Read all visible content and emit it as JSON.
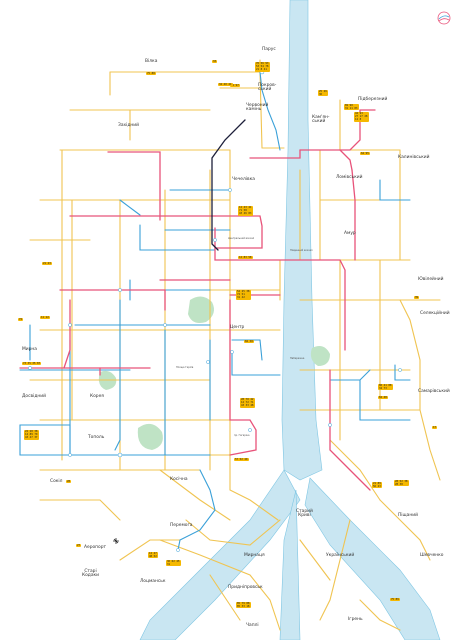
{
  "map": {
    "colors": {
      "river": "#c9e6f2",
      "river_edge": "#7fc6e3",
      "tram": "#f0c451",
      "trolleybus": "#e8537a",
      "bus": "#3aa0d8",
      "metro_dark": "#1d1f3a",
      "park": "#bfe3c5",
      "badge": "#f5b800"
    },
    "districts": [
      {
        "key": "vilka",
        "label": "Вілка"
      },
      {
        "key": "zahidnyi",
        "label": "Західний"
      },
      {
        "key": "parus",
        "label": "Парус"
      },
      {
        "key": "pokrovskyi",
        "label": "Покров-\nський"
      },
      {
        "key": "chervonyi_kamin",
        "label": "Червоний\nкамінь"
      },
      {
        "key": "kamianskyi",
        "label": "Кам'ян-\nський"
      },
      {
        "key": "pidbereznyi",
        "label": "Підберезний"
      },
      {
        "key": "lomivskyi",
        "label": "Ломівський"
      },
      {
        "key": "kalynivskyi",
        "label": "Калинівський"
      },
      {
        "key": "chechelivka",
        "label": "Чечелівка"
      },
      {
        "key": "amur",
        "label": "Амур"
      },
      {
        "key": "tsentr",
        "label": "Центр"
      },
      {
        "key": "yuvileinyi",
        "label": "Ювілейний"
      },
      {
        "key": "samarivskyi",
        "label": "Самарівський"
      },
      {
        "key": "selektsiinyi",
        "label": "Селекційний"
      },
      {
        "key": "mirna",
        "label": "Мирна"
      },
      {
        "key": "dosvidnyi",
        "label": "Досвідний"
      },
      {
        "key": "koriia",
        "label": "Корея"
      },
      {
        "key": "topol",
        "label": "Тополь"
      },
      {
        "key": "sokil",
        "label": "Сокіл"
      },
      {
        "key": "kosichna",
        "label": "Косічна"
      },
      {
        "key": "peremoha",
        "label": "Перемога"
      },
      {
        "key": "aeroport",
        "label": "Аеропорт"
      },
      {
        "key": "stari_kodaky",
        "label": "Старі\nКодаки"
      },
      {
        "key": "staryi_kryvyi",
        "label": "Старий\nКриві"
      },
      {
        "key": "mirnyi2",
        "label": "Мирнаця"
      },
      {
        "key": "ukrainskyi",
        "label": "Український"
      },
      {
        "key": "lotsmanskyi",
        "label": "Лоцманськ"
      },
      {
        "key": "prydniprovsk",
        "label": "Придніпровськ"
      },
      {
        "key": "chapli",
        "label": "Чаплі"
      },
      {
        "key": "ihren",
        "label": "Ігрень"
      },
      {
        "key": "piscanyi",
        "label": "Піщаний"
      },
      {
        "key": "shevchenko",
        "label": "Шевченко"
      }
    ],
    "stops": [
      {
        "key": "s1",
        "label": "Центральний вокзал"
      },
      {
        "key": "s2",
        "label": "Площа Героїв"
      },
      {
        "key": "s3",
        "label": "пр. Гагаріна"
      },
      {
        "key": "s4",
        "label": "Південний вокзал"
      },
      {
        "key": "s5",
        "label": "Набережна"
      }
    ],
    "badges": [
      {
        "key": "b_parus",
        "text": "76 56 93\n53 54 78\n21 8 41"
      },
      {
        "key": "b_vilka",
        "text": "75 88"
      },
      {
        "key": "b_vilka2",
        "text": "71 97"
      },
      {
        "key": "b_top1",
        "text": "33"
      },
      {
        "key": "b_top2",
        "text": "34 40 41"
      },
      {
        "key": "b_pokr1",
        "text": "25 26\n36"
      },
      {
        "key": "b_pokr2",
        "text": "69 90\n31 11 83"
      },
      {
        "key": "b_kamian",
        "text": "42 93\n27 17 28\n12 8"
      },
      {
        "key": "b_calc",
        "text": "64 95"
      },
      {
        "key": "b_center_n1",
        "text": "12 43 41\n71 58\n43 46 83"
      },
      {
        "key": "b_center_n2",
        "text": "12 83 58"
      },
      {
        "key": "b_center_n3",
        "text": "52 25 38\n72 51\n31 42"
      },
      {
        "key": "b_center_e1",
        "text": "82 58"
      },
      {
        "key": "b_center_s1",
        "text": "28 70 42\n12 72 71\n43 33 48"
      },
      {
        "key": "b_center_s2",
        "text": "57 52 40"
      },
      {
        "key": "b_left1",
        "text": "21 23"
      },
      {
        "key": "b_left2",
        "text": "72"
      },
      {
        "key": "b_left3",
        "text": "11 12"
      },
      {
        "key": "b_mirna",
        "text": "73 35 35 87"
      },
      {
        "key": "b_topol",
        "text": "22 28 38\n14 89 70\n43 47 37"
      },
      {
        "key": "b_sokil",
        "text": "28"
      },
      {
        "key": "b_aero",
        "text": "27"
      },
      {
        "key": "b_sw1",
        "text": "12 47\n48 52"
      },
      {
        "key": "b_bottom1",
        "text": "36 62 45\n31"
      },
      {
        "key": "b_bottom2",
        "text": "85 79 88\n85 33 18"
      },
      {
        "key": "b_east1",
        "text": "80 41 88\n34 73"
      },
      {
        "key": "b_east2",
        "text": "84 48"
      },
      {
        "key": "b_east3",
        "text": "21 89\n56 23"
      },
      {
        "key": "b_east4",
        "text": "28 52 38\n28 38"
      },
      {
        "key": "b_r1",
        "text": "39"
      },
      {
        "key": "b_r2",
        "text": "17"
      },
      {
        "key": "b_r3",
        "text": "75 89"
      }
    ]
  }
}
